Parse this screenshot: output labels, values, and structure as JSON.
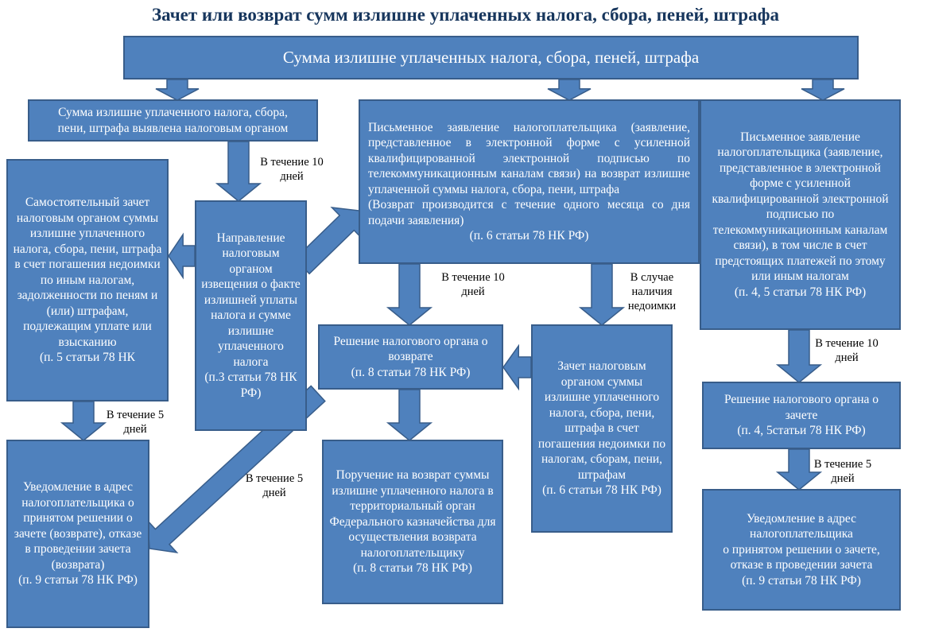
{
  "title": "Зачет или возврат сумм излишне уплаченных налога, сбора, пеней, штрафа",
  "colors": {
    "box_fill": "#4f81bd",
    "box_border": "#385d8a",
    "title": "#17365d"
  },
  "boxes": {
    "top": "Сумма излишне уплаченных налога, сбора, пеней, штрафа",
    "detected": "Сумма излишне уплаченного налога, сбора,\nпени, штрафа выявлена налоговым органом",
    "application_refund": "Письменное заявление налогоплательщика (заявление, представленное в электронной форме с усиленной квалифицированной электронной подписью по телекоммуникационным каналам связи) на возврат излишне уплаченной суммы налога, сбора, пени, штрафа\n(Возврат производится с течение одного месяца со дня подачи заявления)",
    "application_refund_ref": "(п. 6 статьи 78 НК РФ)",
    "application_offset": "Письменное заявление налогоплательщика (заявление, представленное в электронной форме с усиленной квалифицированной электронной подписью по телекоммуникационным каналам связи), в том числе в счет предстоящих платежей по этому или иным налогам\n(п. 4, 5 статьи 78 НК РФ)",
    "self_offset": "Самостоятельный зачет налоговым органом суммы излишне уплаченного налога, сбора, пени, штрафа в счет погашения недоимки по иным налогам, задолженности по пеням и (или) штрафам, подлежащим уплате или взысканию\n(п. 5 статьи 78 НК",
    "notice": "Направление налоговым органом извещения о факте излишней уплаты налога и сумме излишне уплаченного налога\n(п.3 статьи 78 НК РФ)",
    "refund_decision": "Решение налогового органа о возврате\n(п. 8 статьи 78 НК РФ)",
    "arrears_offset": "Зачет налоговым органом суммы излишне уплаченного налога, сбора, пени, штрафа в счет погашения недоимки по налогам, сборам, пени, штрафам\n(п. 6 статьи 78 НК РФ)",
    "notify_left": "Уведомление в адрес налогоплательщика о принятом решении о зачете (возврате), отказе в проведении зачета (возврата)\n(п. 9 статьи 78 НК РФ)",
    "treasury_order": "Поручение на возврат суммы излишне уплаченного налога в территориальный орган Федерального казначейства для осуществления возврата налогоплательщику\n(п. 8 статьи 78 НК РФ)",
    "offset_decision": "Решение налогового органа о зачете\n(п. 4, 5статьи 78 НК РФ)",
    "notify_right": "Уведомление в адрес налогоплательщика\nо принятом решении о зачете, отказе в проведении зачета\n(п. 9 статьи 78 НК РФ)"
  },
  "labels": {
    "ten_days_a": "В течение 10\nдней",
    "ten_days_b": "В течение 10\nдней",
    "arrears_case": "В случае\nналичия\nнедоимки",
    "five_days_a": "В течение 5\nдней",
    "five_days_b": "В течение 5\nдней",
    "ten_days_c": "В течение 10\nдней",
    "five_days_c": "В течение 5\nдней"
  }
}
